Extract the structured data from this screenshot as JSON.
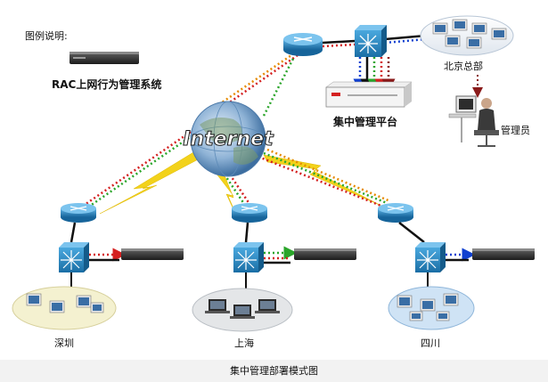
{
  "legend": {
    "title": "图例说明:",
    "device_label": "RAC上网行为管理系统"
  },
  "center": {
    "platform_label": "集中管理平台",
    "hq_label": "北京总部",
    "admin_label": "管理员",
    "internet_label": "Internet"
  },
  "branches": [
    {
      "name": "深圳"
    },
    {
      "name": "上海"
    },
    {
      "name": "四川"
    }
  ],
  "caption": "集中管理部署模式图",
  "colors": {
    "router": "#1e7fb8",
    "switch": "#2a8fc8",
    "link_black": "#111111",
    "link_red": "#d42020",
    "link_green": "#2aa52a",
    "link_blue": "#1040d0",
    "link_orange": "#e68a00",
    "lightning": "#f2d21b",
    "branch_ellipse": "#f4f1d0"
  }
}
